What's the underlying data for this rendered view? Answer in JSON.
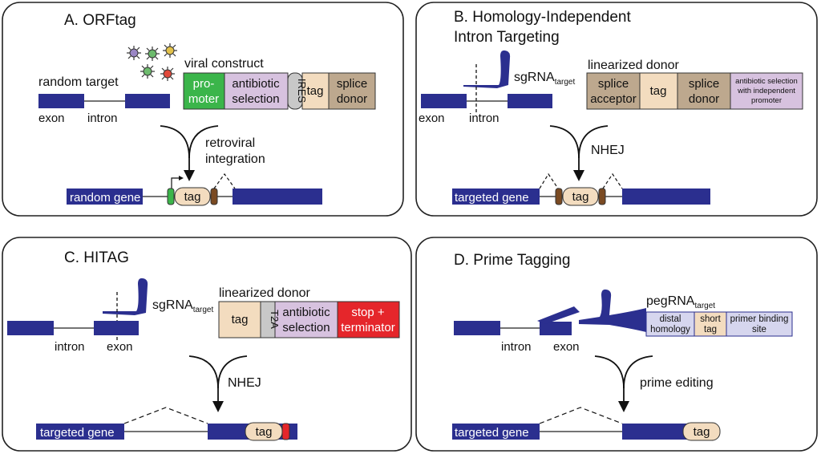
{
  "colors": {
    "exon": "#2b2f8f",
    "promoter": "#3bb54a",
    "antibiotic": "#d7c2df",
    "ires": "#c8c8c8",
    "tag": "#f3dcbf",
    "splice": "#bda88e",
    "stop": "#e5262b",
    "primer": "#d6d6ee",
    "marker_brown": "#7a4a22",
    "marker_green": "#3bb54a",
    "marker_red": "#e5262b"
  },
  "panelA": {
    "title": "A. ORFtag",
    "construct_label": "viral construct",
    "random_target": "random target",
    "exon": "exon",
    "intron": "intron",
    "promoter": [
      "pro-",
      "moter"
    ],
    "antibiotic": [
      "antibiotic",
      "selection"
    ],
    "ires": "IRES",
    "tag": "tag",
    "splice_donor": [
      "splice",
      "donor"
    ],
    "process": [
      "retroviral",
      "integration"
    ],
    "gene": "random gene",
    "result_tag": "tag"
  },
  "panelB": {
    "title": [
      "B. Homology-Independent",
      "Intron Targeting"
    ],
    "sgrna": "sgRNA",
    "sgrna_sub": "target",
    "donor_label": "linearized donor",
    "splice_acceptor": [
      "splice",
      "acceptor"
    ],
    "tag": "tag",
    "splice_donor": [
      "splice",
      "donor"
    ],
    "antibiotic": [
      "antibiotic selection",
      "with independent",
      "promoter"
    ],
    "exon": "exon",
    "intron": "intron",
    "process": "NHEJ",
    "gene": "targeted gene",
    "result_tag": "tag"
  },
  "panelC": {
    "title": "C. HITAG",
    "sgrna": "sgRNA",
    "sgrna_sub": "target",
    "donor_label": "linearized donor",
    "tag": "tag",
    "t2a": "T2A",
    "antibiotic": [
      "antibiotic",
      "selection"
    ],
    "stop": [
      "stop +",
      "terminator"
    ],
    "intron": "intron",
    "exon": "exon",
    "process": "NHEJ",
    "gene": "targeted gene",
    "result_tag": "tag"
  },
  "panelD": {
    "title": "D. Prime Tagging",
    "pegrna": "pegRNA",
    "pegrna_sub": "target",
    "distal": [
      "distal",
      "homology"
    ],
    "short_tag": [
      "short",
      "tag"
    ],
    "primer": [
      "primer binding",
      "site"
    ],
    "intron": "intron",
    "exon": "exon",
    "process": "prime editing",
    "gene": "targeted gene",
    "result_tag": "tag"
  }
}
